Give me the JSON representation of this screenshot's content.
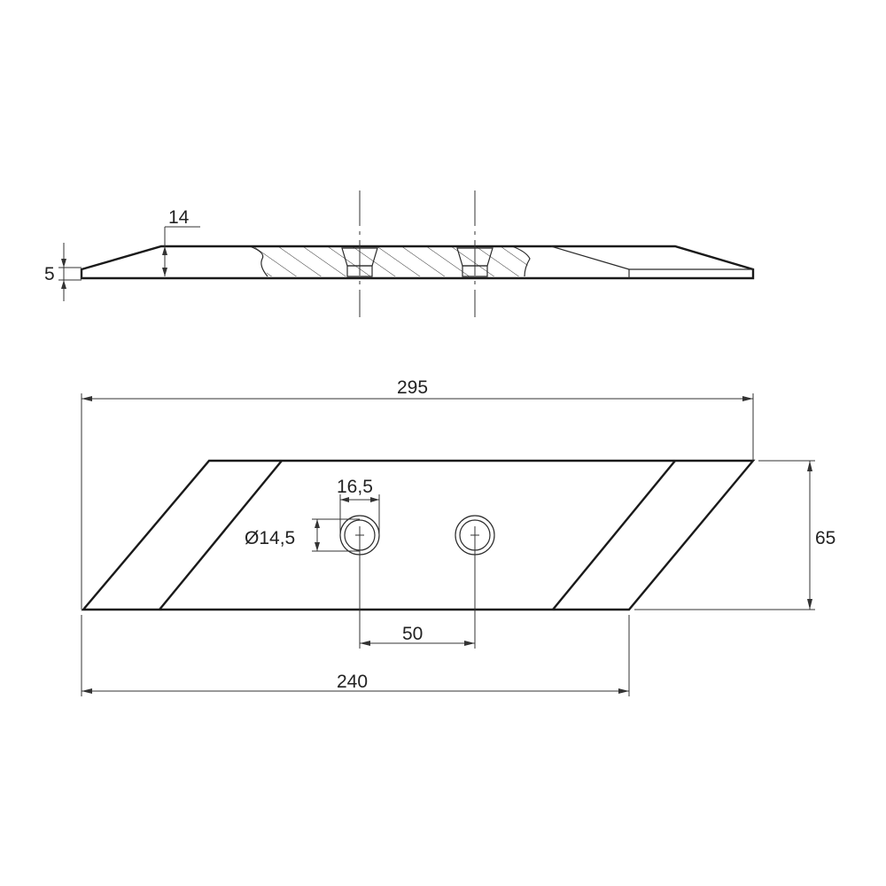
{
  "dimensions": {
    "thickness_total": "5",
    "bevel_length": "14",
    "overall_length": "295",
    "height": "65",
    "slot_width": "16,5",
    "hole_diameter": "Ø14,5",
    "hole_spacing": "50",
    "base_length": "240"
  },
  "colors": {
    "line": "#1a1a1a",
    "background": "#ffffff"
  }
}
